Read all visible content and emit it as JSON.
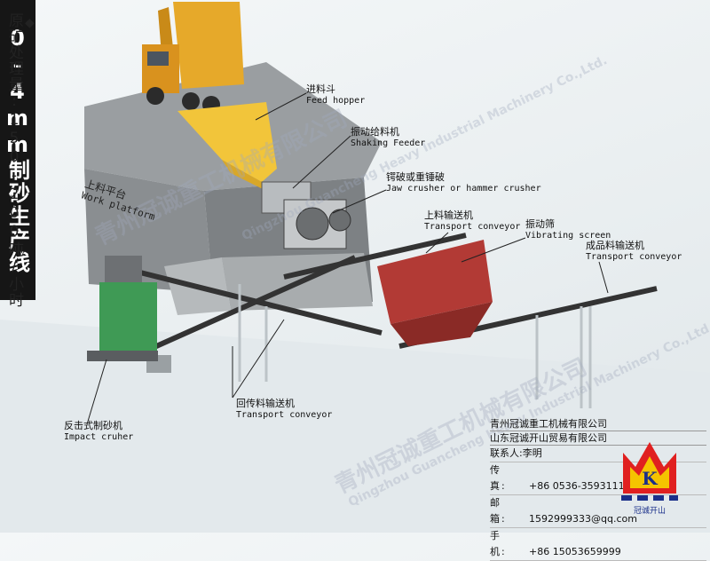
{
  "side_title": {
    "bullet": "◆",
    "text": "原矿处理量:150-200吨/小时"
  },
  "main_title": "0-4mm制砂生产线",
  "platform_label": {
    "cn": "上料平台",
    "en": "Work platform"
  },
  "labels": {
    "feed_hopper": {
      "cn": "进料斗",
      "en": "Feed hopper"
    },
    "shaking_feeder": {
      "cn": "振动给料机",
      "en": "Shaking Feeder"
    },
    "jaw_crusher": {
      "cn": "锷破或重锤破",
      "en": "Jaw crusher or hammer crusher"
    },
    "upper_conveyor": {
      "cn": "上料输送机",
      "en": "Transport conveyor"
    },
    "vibrating_screen": {
      "cn": "振动筛",
      "en": "Vibrating screen"
    },
    "product_conveyor": {
      "cn": "成品料输送机",
      "en": "Transport conveyor"
    },
    "return_conveyor": {
      "cn": "回传料输送机",
      "en": "Transport conveyor"
    },
    "impact_crusher": {
      "cn": "反击式制砂机",
      "en": "Impact cruher"
    }
  },
  "contact": {
    "company1": "青州冠诚重工机械有限公司",
    "company2": "山东冠诚开山贸易有限公司",
    "person_label": "联系人:",
    "person": "李明",
    "fax_label": "传　真:",
    "fax": "+86 0536-3593111",
    "email_label": "邮　箱:",
    "email": "1592999333@qq.com",
    "phone_label": "手　机:",
    "phone": "+86 15053659999"
  },
  "logo_text": "冠诚开山",
  "watermark": {
    "cn": "青州冠诚重工机械有限公司",
    "en": "Qingzhou Guancheng Heavy Industrial Machinery Co.,Ltd."
  },
  "colors": {
    "truck_bed": "#e6a92a",
    "hopper": "#f2c53a",
    "screen": "#b23a35",
    "crusher": "#3f9a55",
    "building": "#8f9396",
    "logo_red": "#e02020",
    "logo_yellow": "#f5c400"
  }
}
